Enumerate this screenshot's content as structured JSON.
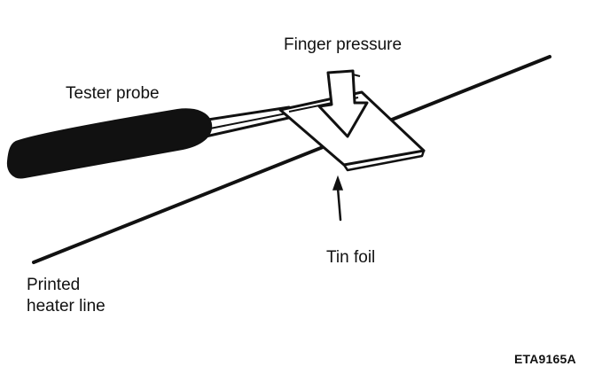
{
  "labels": {
    "finger_pressure": "Finger pressure",
    "tester_probe": "Tester probe",
    "tin_foil": "Tin foil",
    "printed_heater_line_1": "Printed",
    "printed_heater_line_2": "heater line",
    "figure_code": "ETA9165A"
  },
  "colors": {
    "ink": "#111111",
    "background": "#ffffff"
  },
  "icons": {
    "pressure_arrow": "down-arrow-icon",
    "pointer_arrow": "up-arrow-icon"
  }
}
